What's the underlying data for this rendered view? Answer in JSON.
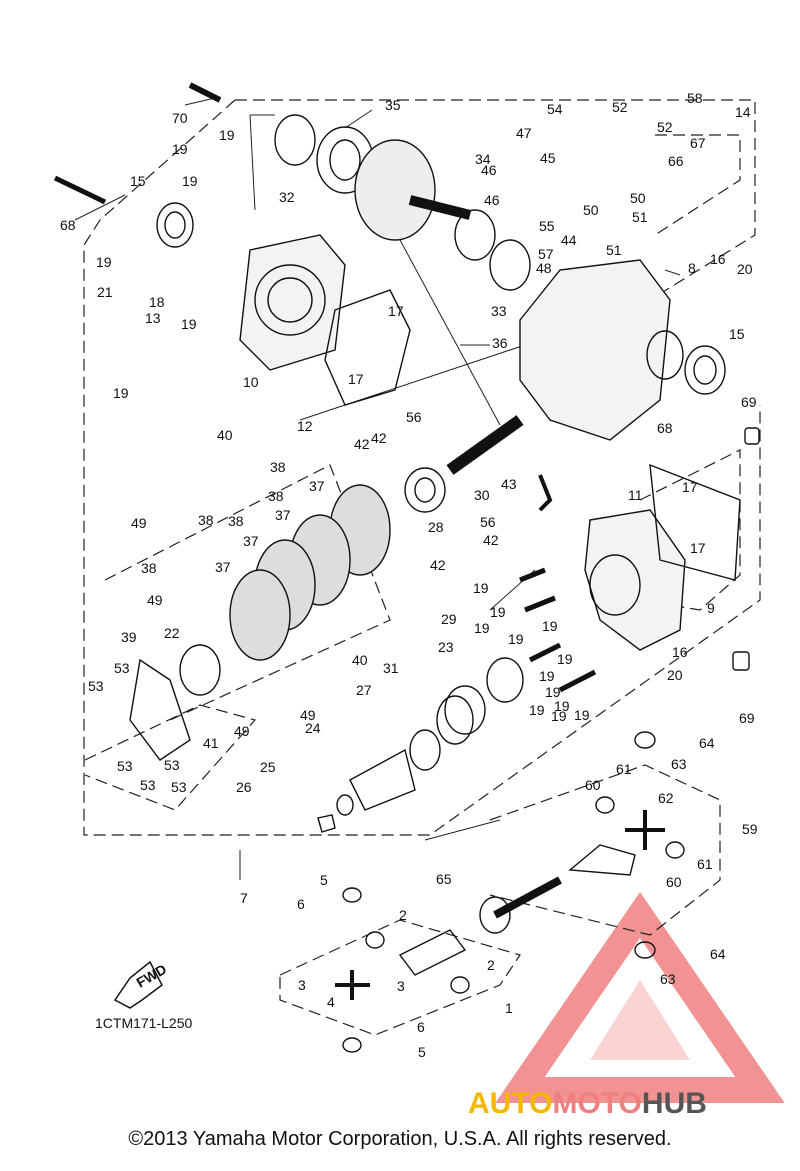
{
  "diagram": {
    "part_numbers": [
      "1",
      "2",
      "2",
      "3",
      "3",
      "4",
      "5",
      "5",
      "6",
      "6",
      "7",
      "8",
      "9",
      "10",
      "11",
      "12",
      "13",
      "14",
      "15",
      "15",
      "16",
      "16",
      "17",
      "17",
      "17",
      "17",
      "18",
      "19",
      "19",
      "19",
      "19",
      "19",
      "19",
      "19",
      "19",
      "19",
      "19",
      "19",
      "19",
      "19",
      "19",
      "19",
      "19",
      "19",
      "19",
      "20",
      "20",
      "21",
      "22",
      "23",
      "24",
      "25",
      "26",
      "27",
      "28",
      "29",
      "30",
      "31",
      "32",
      "33",
      "34",
      "35",
      "36",
      "37",
      "37",
      "37",
      "37",
      "38",
      "38",
      "38",
      "38",
      "38",
      "39",
      "40",
      "40",
      "41",
      "42",
      "42",
      "42",
      "42",
      "43",
      "44",
      "45",
      "46",
      "46",
      "47",
      "48",
      "49",
      "49",
      "49",
      "49",
      "50",
      "50",
      "51",
      "51",
      "52",
      "52",
      "53",
      "53",
      "53",
      "53",
      "53",
      "53",
      "54",
      "55",
      "56",
      "56",
      "57",
      "58",
      "59",
      "60",
      "60",
      "61",
      "61",
      "62",
      "63",
      "63",
      "64",
      "64",
      "65",
      "66",
      "67",
      "68",
      "68",
      "69",
      "69",
      "70"
    ],
    "direction_label": "FWD",
    "figure_code": "1CTM171-L250",
    "copyright": "©2013 Yamaha Motor Corporation, U.S.A. All rights reserved."
  },
  "watermark": {
    "auto": "AUTO",
    "moto": "MOTO",
    "hub": "HUB",
    "colors": {
      "auto": "#f5b800",
      "moto": "#f08080",
      "hub": "#555555",
      "logo": "#e83a3a"
    }
  }
}
